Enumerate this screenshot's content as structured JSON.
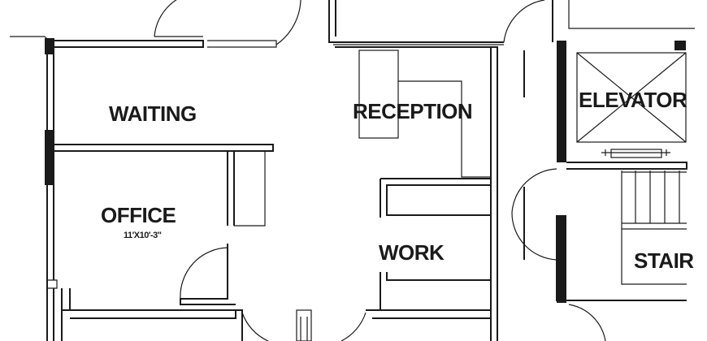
{
  "floorplan": {
    "rooms": {
      "waiting": {
        "label": "WAITING"
      },
      "reception": {
        "label": "RECEPTION"
      },
      "elevator": {
        "label": "ELEVATOR"
      },
      "office": {
        "label": "OFFICE",
        "dimensions": "11'X10'-3\""
      },
      "work": {
        "label": "WORK"
      },
      "stair": {
        "label": "STAIR"
      }
    },
    "colors": {
      "ink": "#1a1a1a",
      "paper": "#ffffff"
    }
  }
}
